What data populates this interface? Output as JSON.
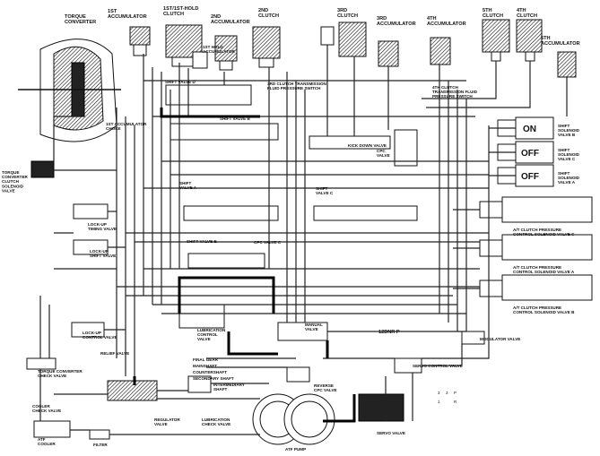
{
  "components": {
    "torque_converter": "TORQUE\nCONVERTER",
    "acc_1st": "1ST\nACCUMULATOR",
    "clutch_1st_hold": "1ST/1ST-HOLD\nCLUTCH",
    "acc_2nd": "2ND\nACCUMULATOR",
    "clutch_2nd": "2ND\nCLUTCH",
    "clutch_3rd": "3RD\nCLUTCH",
    "acc_3rd": "3RD\nACCUMULATOR",
    "acc_4th": "4TH\nACCUMULATOR",
    "clutch_5th": "5TH\nCLUTCH",
    "clutch_4th": "4TH\nCLUTCH",
    "acc_5th": "5TH\nACCUMULATOR",
    "acc_1st_hold": "1ST HOLD\nACCUMULATOR",
    "shift_valve_d": "SHIFT VALVE D",
    "sw_3rd": "3RD CLUTCH TRANSMISSION\nFLUID PRESSURE SWITCH",
    "sw_4th": "4TH CLUTCH\nTRANSMISSION FLUID\nPRESSURE SWITCH",
    "acc_choke": "1ST ACCUMULATOR\nCHOKE",
    "shift_valve_b": "SHIFT VALVE B",
    "kick_down": "KICK DOWN VALVE",
    "cpc_valve": "CPC\nVALVE",
    "shift_valve_a": "SHIFT\nVALVE A",
    "shift_valve_c": "SHIFT\nVALVE C",
    "tc_solenoid": "TORQUE\nCONVERTER\nCLUTCH\nSOLENOID\nVALVE",
    "lockup_timing": "LOCK-UP\nTIMING VALVE",
    "lockup_shift": "LOCK-UP\nSHIFT VALVE",
    "shift_valve_e": "SHIFT VALVE E",
    "cpc_valve_c": "CPC VALVE C",
    "lockup_control": "LOCK-UP\nCONTROL VALVE",
    "relief": "RELIEF VALVE",
    "lubrication": "LUBRICATION\nCONTROL\nVALVE",
    "manual": "MANUAL\nVALVE",
    "modulator": "MODULATOR VALVE",
    "tc_check": "TORQUE CONVERTER\nCHECK VALVE",
    "servo_control": "SERVO CONTROL VALVE",
    "final_gear": "FINAL GEAR",
    "mainshaft": "MAINSHAFT",
    "countershaft": "COUNTERSHAFT",
    "secondary_shaft": "SECONDARY SHAFT",
    "intermediary_shaft": "INTERMEDIARY\nSHAFT",
    "reverse_cpc": "REVERSE\nCPC VALVE",
    "cooler_check": "COOLER\nCHECK VALVE",
    "regulator": "REGULATOR\nVALVE",
    "lub_check": "LUBRICATION\nCHECK VALVE",
    "atf_pump": "ATF PUMP",
    "servo_valve": "SERVO VALVE",
    "atf_cooler": "ATF\nCOOLER",
    "filter": "FILTER",
    "ssv_b": "SHIFT\nSOLENOID\nVALVE B",
    "ssv_c": "SHIFT\nSOLENOID\nVALVE C",
    "ssv_a": "SHIFT\nSOLENOID\nVALVE A",
    "ac_c": "A/T CLUTCH PRESSURE\nCONTROL SOLENOID VALVE C",
    "ac_a": "A/T CLUTCH PRESSURE\nCONTROL SOLENOID VALVE A",
    "ac_b": "A/T CLUTCH PRESSURE\nCONTROL SOLENOID VALVE B"
  },
  "solenoid_states": {
    "b": "ON",
    "c": "OFF",
    "a": "OFF"
  },
  "shift_positions": "12DNR P",
  "gear_markers": [
    "3",
    "2",
    "P",
    "1",
    "R"
  ]
}
